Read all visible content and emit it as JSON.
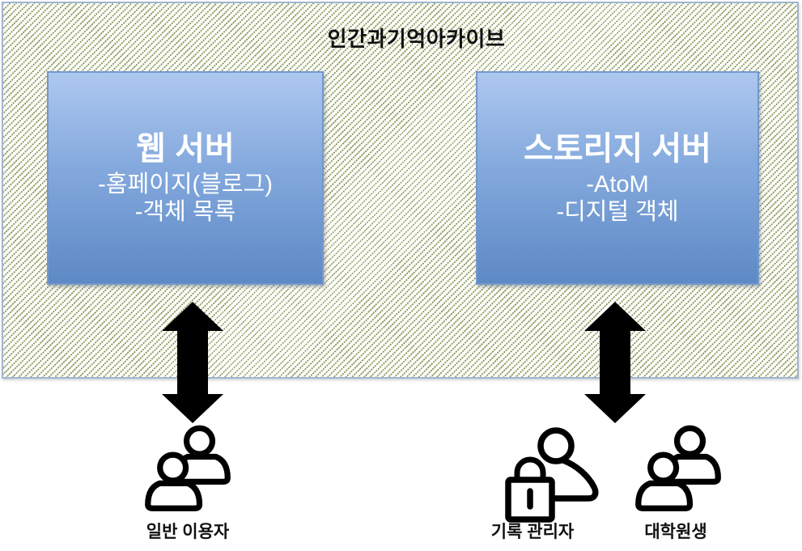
{
  "diagram": {
    "title": "인간과기억아카이브",
    "servers": [
      {
        "id": "web-server",
        "title": "웹 서버",
        "items": [
          "-홈페이지(블로그)",
          "-객체 목록"
        ]
      },
      {
        "id": "storage-server",
        "title": "스토리지 서버",
        "items": [
          "-AtoM",
          "-디지털 객체"
        ]
      }
    ],
    "connections": [
      {
        "from": "web-server",
        "to": "일반 이용자",
        "type": "double-arrow"
      },
      {
        "from": "storage-server",
        "to": "기록 관리자 / 대학원생",
        "type": "double-arrow"
      }
    ],
    "actors": [
      {
        "label": "일반 이용자",
        "icon": "users-icon"
      },
      {
        "label": "기록 관리자",
        "icon": "locked-user-icon"
      },
      {
        "label": "대학원생",
        "icon": "users-icon"
      }
    ],
    "colors": {
      "box_gradient_top": "#adc8ef",
      "box_gradient_bottom": "#5d89c5",
      "box_border": "#7498cc",
      "outer_border": "#9fb6d1",
      "hatch_line": "#7d8b48",
      "arrow": "#000000",
      "icon_stroke": "#000000",
      "text_on_box": "#ffffff",
      "title_text": "#111111"
    }
  }
}
